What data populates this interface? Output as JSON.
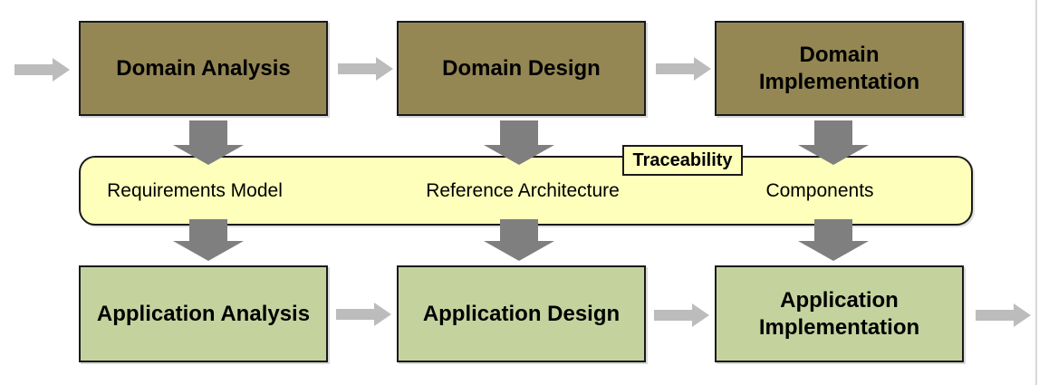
{
  "colors": {
    "domain-fill": "#948753",
    "application-fill": "#c4d39e",
    "band-fill": "#ffffbc",
    "box-border": "#1a1a1a",
    "arrow-dark": "#7f7f7f",
    "arrow-light": "#bcbcbc",
    "page-edge": "#d9d9d9",
    "text": "#000000"
  },
  "process": {
    "domain_row": {
      "boxes": [
        {
          "label": "Domain Analysis"
        },
        {
          "label": "Domain Design"
        },
        {
          "label": "Domain Implementation"
        }
      ]
    },
    "artifact_band": {
      "items": [
        {
          "label": "Requirements Model"
        },
        {
          "label": "Reference Architecture"
        },
        {
          "label": "Components"
        }
      ],
      "tag_label": "Traceability"
    },
    "application_row": {
      "boxes": [
        {
          "label": "Application Analysis"
        },
        {
          "label": "Application Design"
        },
        {
          "label": "Application Implementation"
        }
      ]
    }
  }
}
